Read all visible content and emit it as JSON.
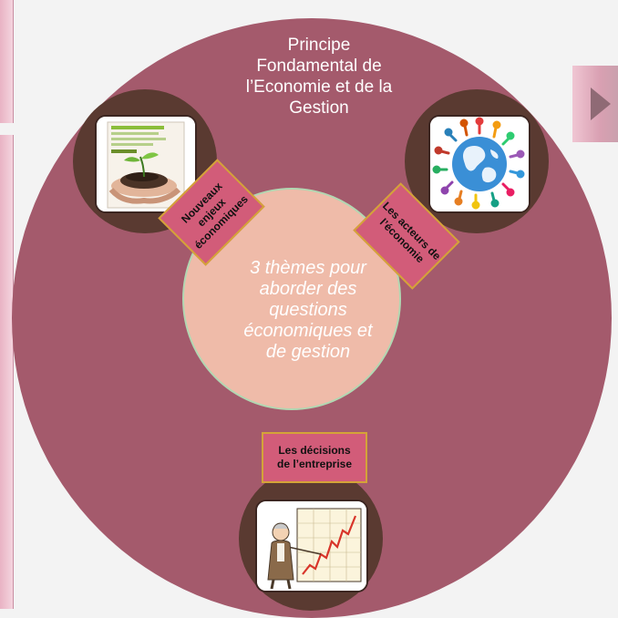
{
  "diagram": {
    "principle_lines": [
      "Principe",
      "Fondamental de",
      "l’Economie et de la",
      "Gestion"
    ],
    "center_lines": [
      "3 thèmes pour",
      "aborder des",
      "questions",
      "économiques et",
      "de gestion"
    ],
    "themes": [
      {
        "label_lines": [
          "Nouveaux",
          "enjeux",
          "économiques"
        ],
        "icon": "plant-book-icon"
      },
      {
        "label_lines": [
          "Les acteurs de",
          "l’économie"
        ],
        "icon": "globe-people-icon"
      },
      {
        "label_lines": [
          "Les décisions",
          "de l’entreprise"
        ],
        "icon": "chart-presenter-icon"
      }
    ],
    "colors": {
      "outer_circle": "#a45a6c",
      "center_circle": "#efbba9",
      "node_circle": "#5a3a31",
      "label_fill": "#d25c79",
      "label_border": "#d4a338"
    }
  }
}
